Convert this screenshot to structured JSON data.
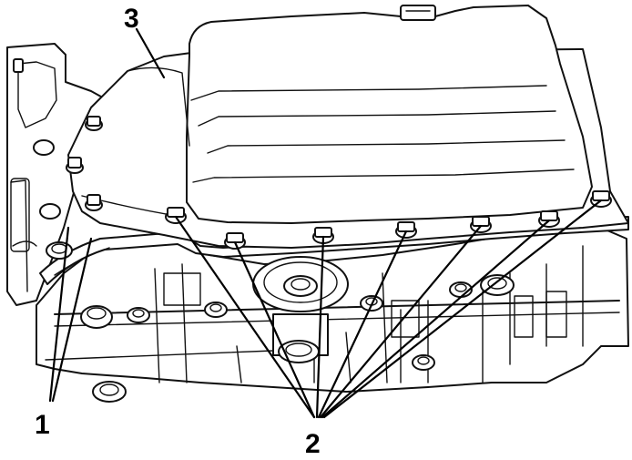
{
  "diagram": {
    "callouts": [
      {
        "id": "label-1",
        "text": "1"
      },
      {
        "id": "label-2",
        "text": "2"
      },
      {
        "id": "label-3",
        "text": "3"
      }
    ],
    "colors": {
      "line": "#111111",
      "background": "#ffffff"
    }
  }
}
